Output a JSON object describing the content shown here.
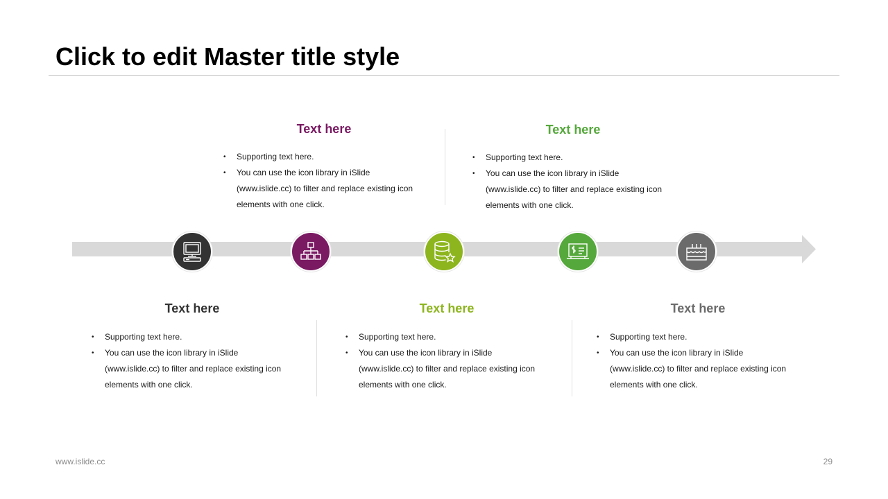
{
  "slide": {
    "title": "Click to edit Master title style",
    "footer_url": "www.islide.cc",
    "page_number": "29"
  },
  "colors": {
    "dark": "#333333",
    "purple": "#7a1a63",
    "lime": "#8db51e",
    "green": "#55a83b",
    "gray": "#6b6b6b",
    "arrow": "#d9d9d9"
  },
  "nodes": [
    {
      "icon": "computer-icon",
      "color": "#333333"
    },
    {
      "icon": "hierarchy-icon",
      "color": "#7a1a63"
    },
    {
      "icon": "database-star-icon",
      "color": "#8db51e"
    },
    {
      "icon": "finance-board-icon",
      "color": "#55a83b"
    },
    {
      "icon": "cake-icon",
      "color": "#6b6b6b"
    }
  ],
  "blocks": [
    {
      "heading": "Text here",
      "color": "#7a1a63",
      "bullets": [
        "Supporting text here.",
        "You can use the icon library in iSlide (www.islide.cc) to filter and replace existing icon elements with one click."
      ]
    },
    {
      "heading": "Text here",
      "color": "#55a83b",
      "bullets": [
        "Supporting text here.",
        "You can use the icon library in iSlide (www.islide.cc) to filter and replace existing icon elements with one click."
      ]
    },
    {
      "heading": "Text here",
      "color": "#333333",
      "bullets": [
        "Supporting text here.",
        "You can use the icon library in iSlide (www.islide.cc) to filter and replace existing icon elements with one click."
      ]
    },
    {
      "heading": "Text here",
      "color": "#8db51e",
      "bullets": [
        "Supporting text here.",
        "You can use the icon library in iSlide (www.islide.cc) to filter and replace existing icon elements with one click."
      ]
    },
    {
      "heading": "Text here",
      "color": "#6b6b6b",
      "bullets": [
        "Supporting text here.",
        "You can use the icon library in iSlide (www.islide.cc) to filter and replace existing icon elements with one click."
      ]
    }
  ]
}
